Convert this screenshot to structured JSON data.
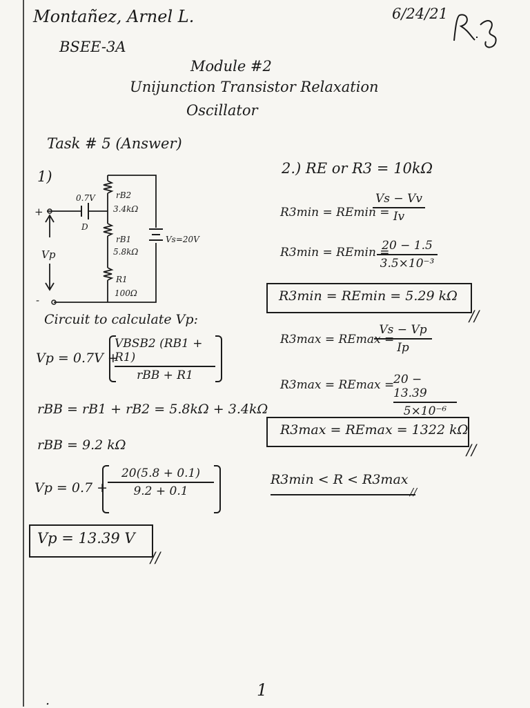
{
  "header": {
    "name": "Montañez, Arnel L.",
    "section": "BSEE-3A",
    "date": "6/24/21",
    "signature": "R.J."
  },
  "title": {
    "line1": "Module #2",
    "line2": "Unijunction Transistor Relaxation",
    "line3": "Oscillator"
  },
  "task": "Task # 5 (Answer)",
  "part1": {
    "label": "1)",
    "circuit": {
      "diode_voltage": "0.7V",
      "rb2_label": "rB2",
      "rb2_value": "3.4kΩ",
      "rb1_label": "rB1",
      "rb1_value": "5.8kΩ",
      "r1_label": "R1",
      "r1_value": "100Ω",
      "source": "Vs=20V",
      "diode": "D",
      "plus": "+",
      "minus": "-",
      "vp": "Vp"
    },
    "caption": "Circuit to calculate Vp:",
    "eq1_lhs": "Vp = 0.7V +",
    "eq1_num": "VBSB2 (RB1 + R1)",
    "eq1_den": "rBB + R1",
    "eq2": "rBB = rB1 + rB2 = 5.8kΩ + 3.4kΩ",
    "eq3": "rBB = 9.2 kΩ",
    "eq4_lhs": "Vp = 0.7 +",
    "eq4_num": "20(5.8 + 0.1)",
    "eq4_den": "9.2 + 0.1",
    "answer": "Vp = 13.39 V",
    "mark": "//"
  },
  "part2": {
    "heading": "2.) RE or R3 = 10kΩ",
    "eq1_lhs": "R3min = REmin =",
    "eq1_num": "Vs − Vv",
    "eq1_den": "Iv",
    "eq2_lhs": "R3min = REmin =",
    "eq2_num": "20 − 1.5",
    "eq2_den": "3.5×10⁻³",
    "answer1": "R3min = REmin = 5.29 kΩ",
    "mark1": "//",
    "eq3_lhs": "R3max = REmax =",
    "eq3_num": "Vs − Vp",
    "eq3_den": "Ip",
    "eq4_lhs": "R3max = REmax =",
    "eq4_num": "20 − 13.39",
    "eq4_den": "5×10⁻⁶",
    "answer2": "R3max = REmax = 1322 kΩ",
    "mark2": "//",
    "range": "R3min < R < R3max",
    "mark3": "//"
  },
  "footer": {
    "page_number": "1",
    "dot": "."
  }
}
